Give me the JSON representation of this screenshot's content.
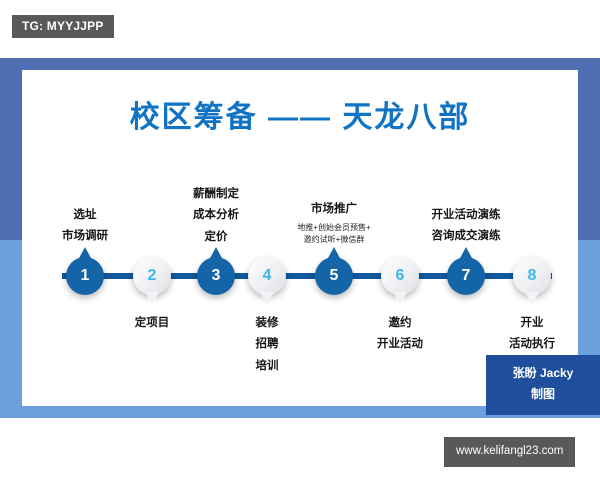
{
  "watermark_top": {
    "text": "TG: MYYJJPP"
  },
  "watermark_bottom": {
    "text": "www.kelifangl23.com"
  },
  "slide": {
    "title": "校区筹备  ——  天龙八部",
    "accent_color": "#1173c4",
    "frame_color_upper": "#4f6fb5",
    "frame_color_lower": "#6ba0dd",
    "pin_blue": "#1464a8",
    "pin_white": "#f2f3f5",
    "pin_white_number_color": "#3db6ea",
    "track_color": "#12589e"
  },
  "credit": {
    "line1": "张盼 Jacky",
    "line2": "制图"
  },
  "chart_data": {
    "type": "timeline",
    "title": "校区筹备  ——  天龙八部",
    "steps": [
      {
        "number": "1",
        "style": "blue-up",
        "position": "above",
        "label": "选址\n市场调研",
        "label_lines": [
          "选址",
          "市场调研"
        ],
        "sub_lines": []
      },
      {
        "number": "2",
        "style": "white-down",
        "position": "below",
        "label": "定项目",
        "label_lines": [
          "定项目"
        ],
        "sub_lines": []
      },
      {
        "number": "3",
        "style": "blue-up",
        "position": "above",
        "label": "薪酬制定\n成本分析\n定价",
        "label_lines": [
          "薪酬制定",
          "成本分析",
          "定价"
        ],
        "sub_lines": []
      },
      {
        "number": "4",
        "style": "white-down",
        "position": "below",
        "label": "装修\n招聘\n培训",
        "label_lines": [
          "装修",
          "招聘",
          "培训"
        ],
        "sub_lines": []
      },
      {
        "number": "5",
        "style": "blue-up",
        "position": "above",
        "label": "市场推广",
        "label_lines": [
          "市场推广"
        ],
        "sub_lines": [
          "地推+创始会员预售+",
          "邀约试听+微信群"
        ]
      },
      {
        "number": "6",
        "style": "white-down",
        "position": "below",
        "label": "邀约\n开业活动",
        "label_lines": [
          "邀约",
          "开业活动"
        ],
        "sub_lines": []
      },
      {
        "number": "7",
        "style": "blue-up",
        "position": "above",
        "label": "开业活动演练\n咨询成交演练",
        "label_lines": [
          "开业活动演练",
          "咨询成交演练"
        ],
        "sub_lines": []
      },
      {
        "number": "8",
        "style": "white-down",
        "position": "below",
        "label": "开业\n活动执行",
        "label_lines": [
          "开业",
          "活动执行"
        ],
        "sub_lines": []
      }
    ]
  }
}
